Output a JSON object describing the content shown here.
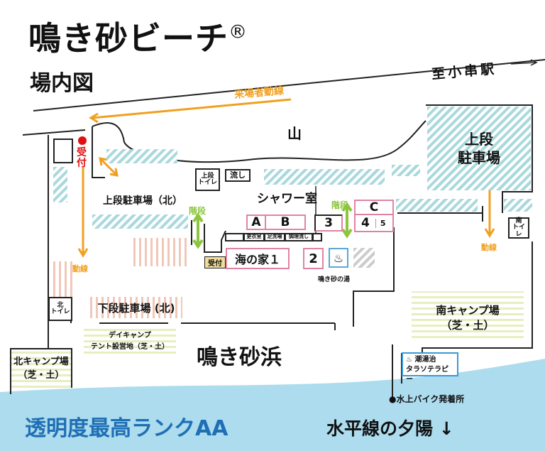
{
  "title": "鳴き砂ビーチ",
  "title_mark": "®",
  "subtitle": "場内図",
  "station": "至小串駅",
  "labels": {
    "flow_main": "来場者動線",
    "reception": "受付",
    "mountain": "山",
    "upper_parking_north": "上段駐車場（北）",
    "upper_parking": "上段\n駐車場",
    "upper_toilet_1": "上段",
    "upper_toilet_2": "トイレ",
    "sink": "流し",
    "shower": "シャワー室",
    "stairs_left": "階段",
    "stairs_right": "階段",
    "flow_left": "動線",
    "flow_right": "動線",
    "south_toilet_1": "南",
    "south_toilet_2": "トイレ",
    "north_toilet_1": "北",
    "north_toilet_2": "トイレ",
    "changing_room": "更衣室",
    "foot_wash": "足洗場",
    "cooking_sink": "調理流し",
    "beach_house": "海の家１",
    "beach_house_reception": "受付",
    "hot_spring": "鳴き砂の湯",
    "lower_parking_north": "下段駐車場 (北)",
    "day_camp_1": "デイキャンプ",
    "day_camp_2": "テント設営地（芝・土）",
    "south_camp_1": "南キャンプ場",
    "south_camp_2": "（芝・土）",
    "north_camp_1": "北キャンプ場",
    "north_camp_2": "（芝・土）",
    "beach": "鳴き砂浜",
    "thalasso_1": "潮湯治",
    "thalasso_2": "タラソテラピー",
    "jet_ski": "●水上バイク発着所",
    "clarity": "透明度最高ランクAA",
    "sunset": "水平線の夕陽 ↓"
  },
  "booths": {
    "a": "A",
    "b": "B",
    "c": "C",
    "n1": "3",
    "n2": "4",
    "n3": "5",
    "n4": "2"
  },
  "colors": {
    "orange": "#f0a020",
    "green": "#8cc63f",
    "pink": "#e083a3",
    "sea": "#acdcee",
    "clarity_text": "#1f6fb5"
  }
}
